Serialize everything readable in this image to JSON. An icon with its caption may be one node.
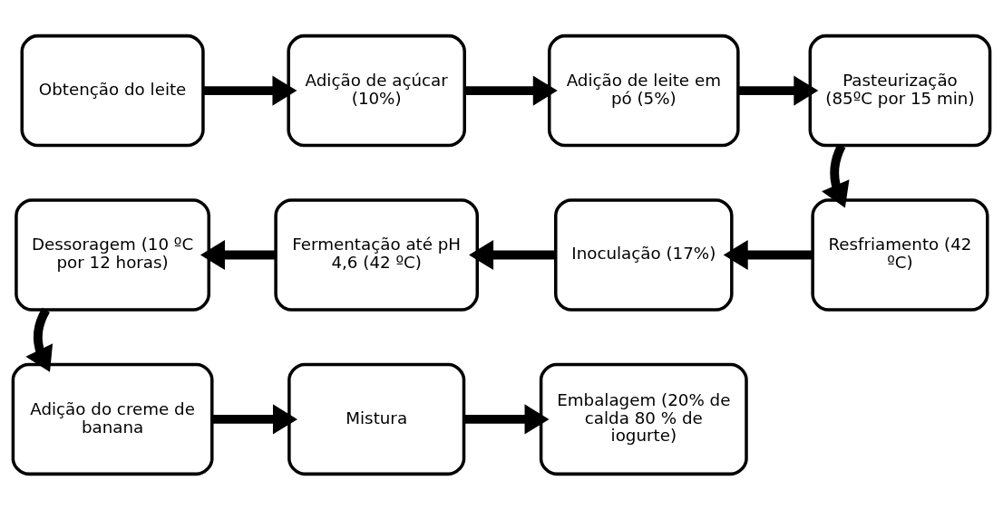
{
  "diagram": {
    "nodes": [
      {
        "text": [
          "Obtenção do leite"
        ]
      },
      {
        "text": [
          "Adição de açúcar (10%)"
        ]
      },
      {
        "text": [
          "Adição de leite em pó (5%)"
        ]
      },
      {
        "text": [
          "Pasteurização (85ºC por 15 min)"
        ]
      },
      {
        "text": [
          "Resfriamento (42 ºC)"
        ]
      },
      {
        "text": [
          "Inoculação (17%)"
        ]
      },
      {
        "text": [
          "Fermentação até pH 4,6 (42 ºC)"
        ]
      },
      {
        "text": [
          "Dessoragem (10 ºC por 12 horas)"
        ]
      },
      {
        "text": [
          "Adição do creme de banana"
        ]
      },
      {
        "text": [
          "Mistura"
        ]
      },
      {
        "text": [
          "Embalagem (20% de calda 80 % de iogurte)"
        ]
      }
    ],
    "edges": [
      {
        "from": 0,
        "to": 1,
        "arrow": "to"
      },
      {
        "from": 1,
        "to": 2,
        "arrow": "to"
      },
      {
        "from": 2,
        "to": 3,
        "arrow": "to"
      },
      {
        "from": 3,
        "to": 4,
        "arrow": "to"
      },
      {
        "from": 4,
        "to": 5,
        "arrow": "to"
      },
      {
        "from": 5,
        "to": 6,
        "arrow": "to"
      },
      {
        "from": 6,
        "to": 7,
        "arrow": "to"
      },
      {
        "from": 7,
        "to": 8,
        "arrow": "to"
      },
      {
        "from": 8,
        "to": 9,
        "arrow": "to"
      },
      {
        "from": 9,
        "to": 10,
        "arrow": "to"
      }
    ]
  }
}
